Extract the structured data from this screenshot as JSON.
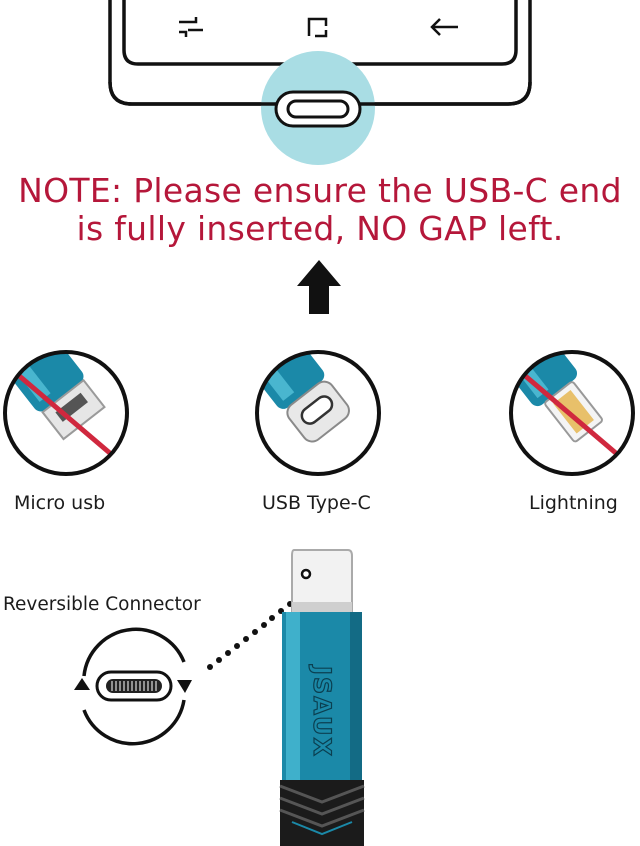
{
  "note": {
    "line1": "NOTE: Please ensure the USB-C end",
    "line2": "is fully inserted, NO GAP left."
  },
  "connectors": [
    {
      "label": "Micro usb",
      "status": "not-compatible"
    },
    {
      "label": "USB Type-C",
      "status": "compatible"
    },
    {
      "label": "Lightning",
      "status": "not-compatible"
    }
  ],
  "reversible": {
    "label": "Reversible Connector"
  },
  "brand": {
    "name": "JSAUX"
  },
  "colors": {
    "note": "#b5173a",
    "teal": "#1b89a8",
    "highlight": "#a9dde4",
    "prohibit": "#d0283e"
  },
  "icons": [
    "recent-apps-icon",
    "home-square-icon",
    "back-arrow-icon",
    "up-arrow-icon",
    "no-entry-icon",
    "rotate-arrows-icon"
  ]
}
